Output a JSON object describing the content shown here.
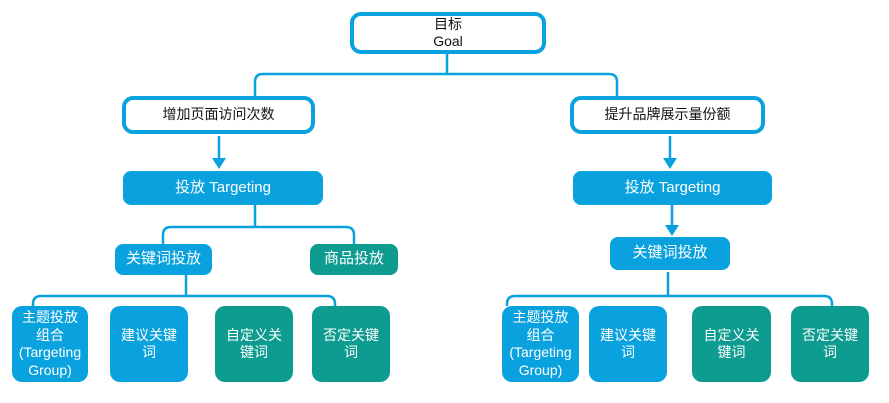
{
  "diagram": {
    "title": "Targeting structure flowchart",
    "colors": {
      "accent_blue": "#0AA2DE",
      "accent_teal": "#0E9C90",
      "outline_box_fill": "#FFFFFF",
      "text_dark": "#111111",
      "text_light": "#FFFFFF"
    },
    "root": {
      "label_cn": "目标",
      "label_en": "Goal"
    },
    "left_branch": {
      "goal": "增加页面访问次数",
      "targeting": "投放 Targeting",
      "children": [
        {
          "label": "关键词投放",
          "color": "blue"
        },
        {
          "label": "商品投放",
          "color": "teal"
        }
      ],
      "leaves": [
        {
          "label": "主题投放组合 (Targeting Group)",
          "color": "blue"
        },
        {
          "label": "建议关键词",
          "color": "blue"
        },
        {
          "label": "自定义关键词",
          "color": "teal"
        },
        {
          "label": "否定关键词",
          "color": "teal"
        }
      ]
    },
    "right_branch": {
      "goal": "提升品牌展示量份额",
      "targeting": "投放 Targeting",
      "children": [
        {
          "label": "关键词投放",
          "color": "blue"
        }
      ],
      "leaves": [
        {
          "label": "主题投放组合 (Targeting Group)",
          "color": "blue"
        },
        {
          "label": "建议关键词",
          "color": "blue"
        },
        {
          "label": "自定义关键词",
          "color": "teal"
        },
        {
          "label": "否定关键词",
          "color": "teal"
        }
      ]
    }
  }
}
